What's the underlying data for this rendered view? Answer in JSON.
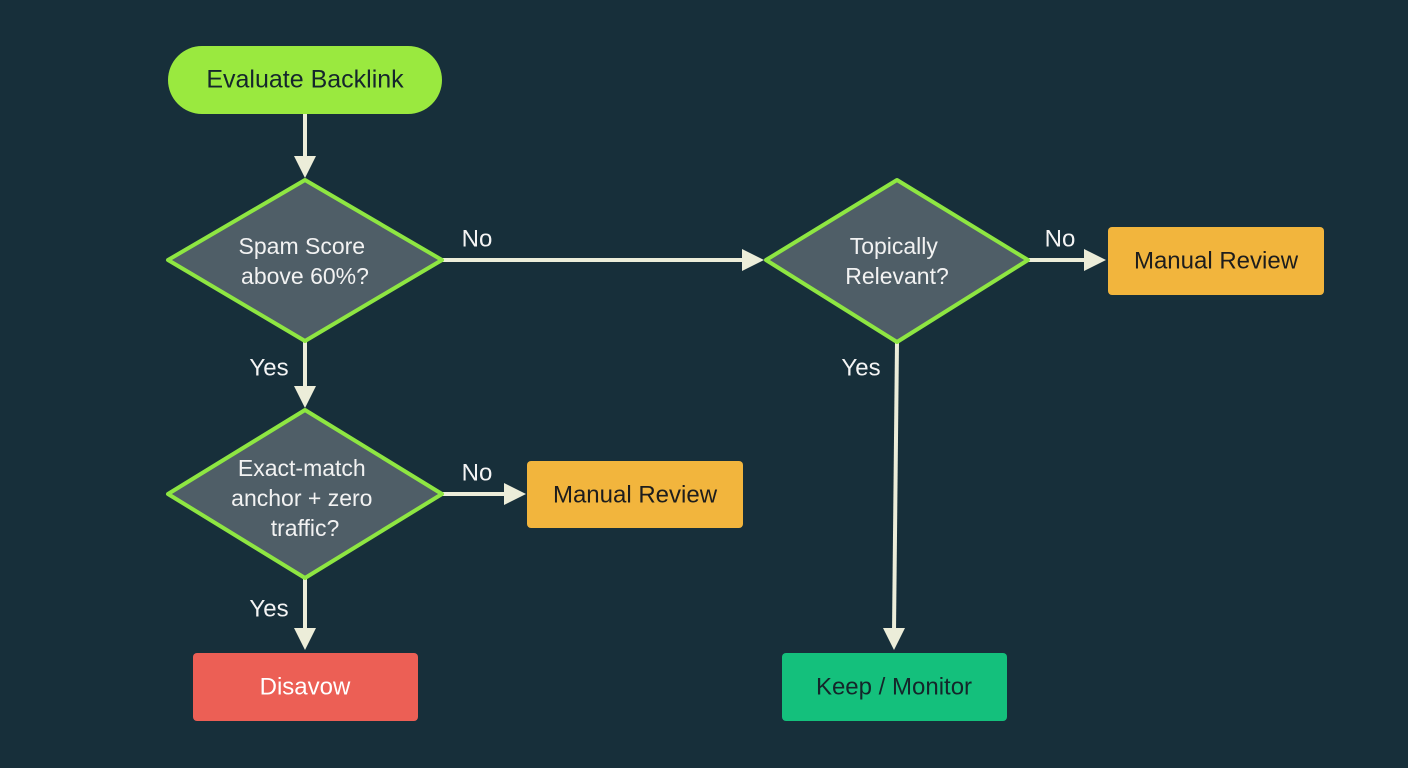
{
  "colors": {
    "background": "#172f3a",
    "decision_fill": "#4f5e67",
    "decision_stroke": "#8ee642",
    "start_fill": "#9ae93f",
    "review_fill": "#f2b53d",
    "disavow_fill": "#ec5f55",
    "keep_fill": "#14c07c",
    "edge": "#ecedd9"
  },
  "nodes": {
    "start": {
      "label": "Evaluate Backlink"
    },
    "spam_score": {
      "lines": [
        "Spam Score",
        "above 60%?"
      ]
    },
    "exact_match": {
      "lines": [
        "Exact-match",
        "anchor + zero",
        "traffic?"
      ]
    },
    "topically_relevant": {
      "lines": [
        "Topically",
        "Relevant?"
      ]
    },
    "manual_review_left": {
      "label": "Manual Review"
    },
    "manual_review_right": {
      "label": "Manual Review"
    },
    "disavow": {
      "label": "Disavow"
    },
    "keep_monitor": {
      "label": "Keep / Monitor"
    }
  },
  "edges": {
    "spam_no": "No",
    "spam_yes": "Yes",
    "exact_no": "No",
    "exact_yes": "Yes",
    "topical_no": "No",
    "topical_yes": "Yes"
  }
}
